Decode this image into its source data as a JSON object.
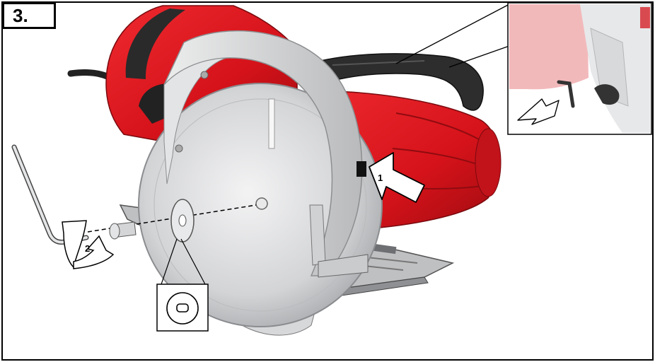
{
  "figure": {
    "step_number": "3.",
    "callouts": {
      "button_press": "1",
      "wrench_turn": "2"
    }
  },
  "colors": {
    "saw_body": "#e0131c",
    "saw_body_dark": "#a70d12",
    "guard_grey": "#c9cacc",
    "handle_black": "#2a2a2a",
    "blade_silver": "#d9dadc",
    "frame": "#000000"
  },
  "icons": [
    "hex-key-icon",
    "arrow-icon",
    "spindle-lock-button-icon",
    "washer-icon",
    "bolt-icon",
    "flat-spindle-icon"
  ]
}
